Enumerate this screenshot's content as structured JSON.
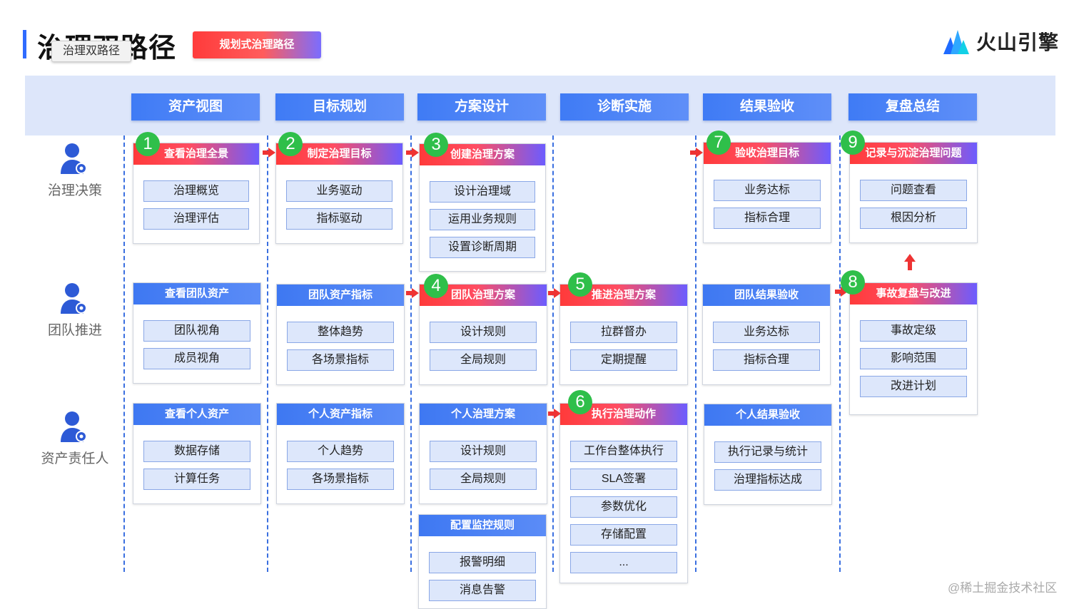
{
  "header": {
    "title": "治理双路径",
    "tooltip": "治理双路径",
    "tag": "规划式治理路径",
    "logo_text": "火山引擎"
  },
  "stages": [
    "资产视图",
    "目标规划",
    "方案设计",
    "诊断实施",
    "结果验收",
    "复盘总结"
  ],
  "roles": [
    "治理决策",
    "团队推进",
    "资产责任人"
  ],
  "cards": {
    "c1": {
      "title": "查看治理全景",
      "items": [
        "治理概览",
        "治理评估"
      ]
    },
    "c2": {
      "title": "制定治理目标",
      "items": [
        "业务驱动",
        "指标驱动"
      ]
    },
    "c3": {
      "title": "创建治理方案",
      "items": [
        "设计治理域",
        "运用业务规则",
        "设置诊断周期"
      ]
    },
    "c4": {
      "title": "验收治理目标",
      "items": [
        "业务达标",
        "指标合理"
      ]
    },
    "c5": {
      "title": "记录与沉淀治理问题",
      "items": [
        "问题查看",
        "根因分析"
      ]
    },
    "c6": {
      "title": "查看团队资产",
      "items": [
        "团队视角",
        "成员视角"
      ]
    },
    "c7": {
      "title": "团队资产指标",
      "items": [
        "整体趋势",
        "各场景指标"
      ]
    },
    "c8": {
      "title": "团队治理方案",
      "items": [
        "设计规则",
        "全局规则"
      ]
    },
    "c9": {
      "title": "推进治理方案",
      "items": [
        "拉群督办",
        "定期提醒"
      ]
    },
    "c10": {
      "title": "团队结果验收",
      "items": [
        "业务达标",
        "指标合理"
      ]
    },
    "c11": {
      "title": "事故复盘与改进",
      "items": [
        "事故定级",
        "影响范围",
        "改进计划"
      ]
    },
    "c12": {
      "title": "查看个人资产",
      "items": [
        "数据存储",
        "计算任务"
      ]
    },
    "c13": {
      "title": "个人资产指标",
      "items": [
        "个人趋势",
        "各场景指标"
      ]
    },
    "c14": {
      "title": "个人治理方案",
      "items": [
        "设计规则",
        "全局规则"
      ]
    },
    "c15": {
      "title": "执行治理动作",
      "items": [
        "工作台整体执行",
        "SLA签署",
        "参数优化",
        "存储配置",
        "..."
      ]
    },
    "c16": {
      "title": "个人结果验收",
      "items": [
        "执行记录与统计",
        "治理指标达成"
      ]
    },
    "c17": {
      "title": "配置监控规则",
      "items": [
        "报警明细",
        "消息告警"
      ]
    }
  },
  "step_numbers": [
    "1",
    "2",
    "3",
    "4",
    "5",
    "6",
    "7",
    "8",
    "9"
  ],
  "watermark": "@稀土掘金技术社区",
  "colors": {
    "accent_blue": "#3f7bf5",
    "accent_red": "#ff3a3a",
    "step_green": "#2fbf4a"
  }
}
